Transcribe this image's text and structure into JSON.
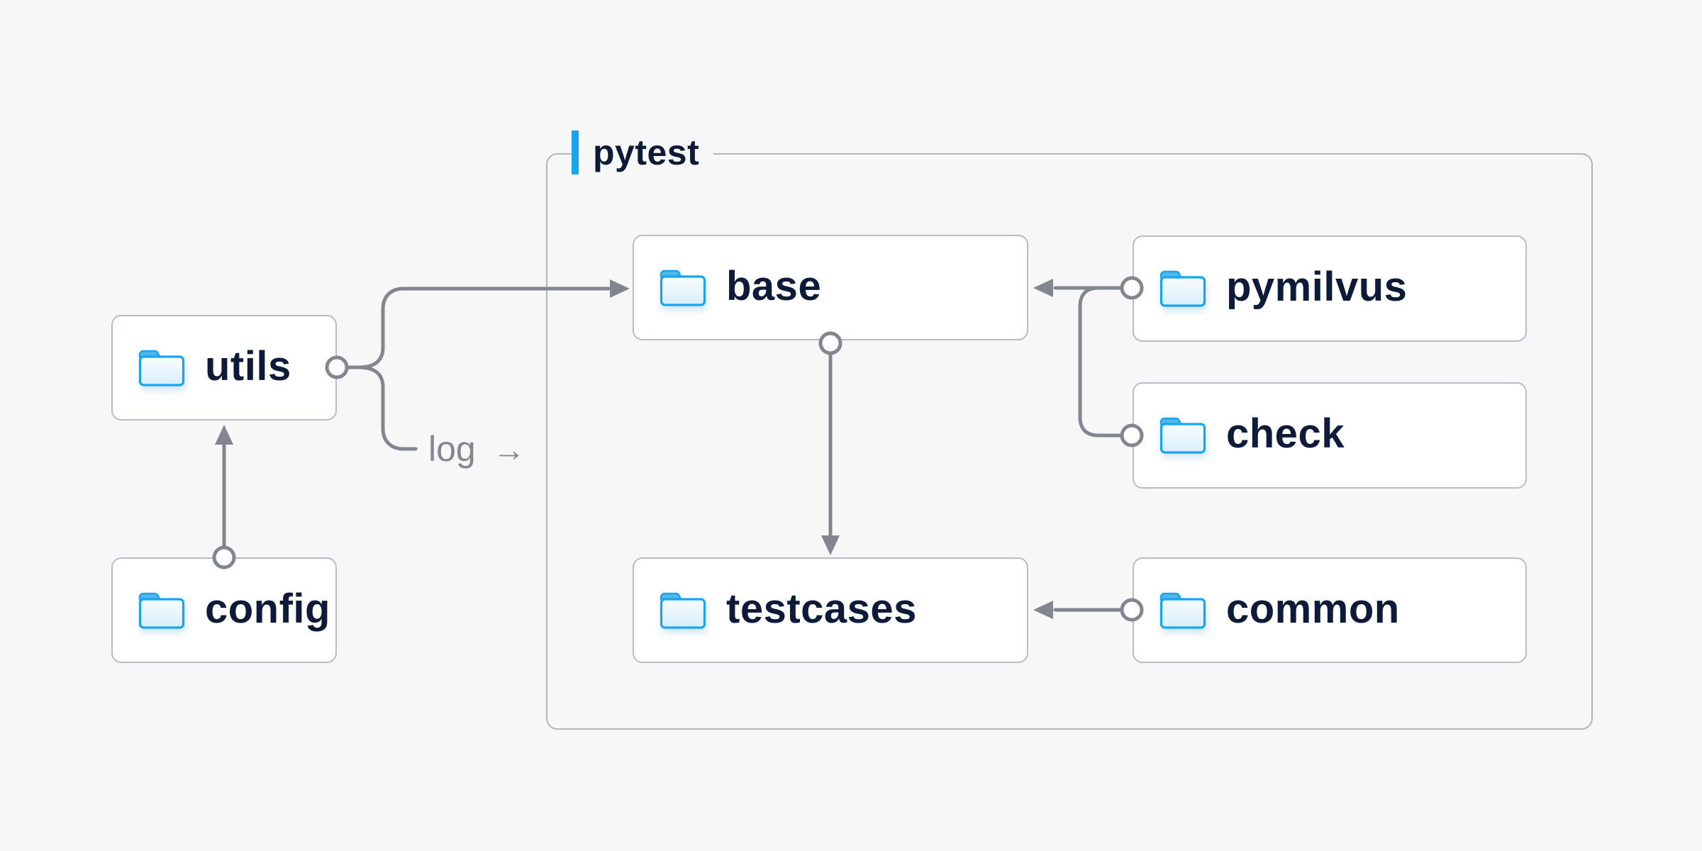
{
  "colors": {
    "page_bg": "#f7f7f8",
    "node_bg": "#ffffff",
    "node_border": "#b9bcc7",
    "group_border": "#b2b5c1",
    "wire": "#83858f",
    "text": "#0d1b38",
    "muted_text": "#85878f",
    "accent": "#14a6ea",
    "folder_stroke": "#17a5ef"
  },
  "diagram": {
    "group": {
      "label": "pytest"
    },
    "nodes": {
      "utils": {
        "label": "utils",
        "icon": "folder-icon"
      },
      "config": {
        "label": "config",
        "icon": "folder-icon"
      },
      "base": {
        "label": "base",
        "icon": "folder-icon"
      },
      "testcases": {
        "label": "testcases",
        "icon": "folder-icon"
      },
      "pymilvus": {
        "label": "pymilvus",
        "icon": "folder-icon"
      },
      "check": {
        "label": "check",
        "icon": "folder-icon"
      },
      "common": {
        "label": "common",
        "icon": "folder-icon"
      }
    },
    "edge_label": {
      "text": "log",
      "arrow": "→"
    },
    "edges": [
      {
        "from": "config",
        "to": "utils"
      },
      {
        "from": "utils",
        "to": "base"
      },
      {
        "from": "utils",
        "to": "pytest-group",
        "label": "log"
      },
      {
        "from": "pymilvus",
        "to": "base"
      },
      {
        "from": "check",
        "to": "base"
      },
      {
        "from": "base",
        "to": "testcases"
      },
      {
        "from": "common",
        "to": "testcases"
      }
    ]
  }
}
